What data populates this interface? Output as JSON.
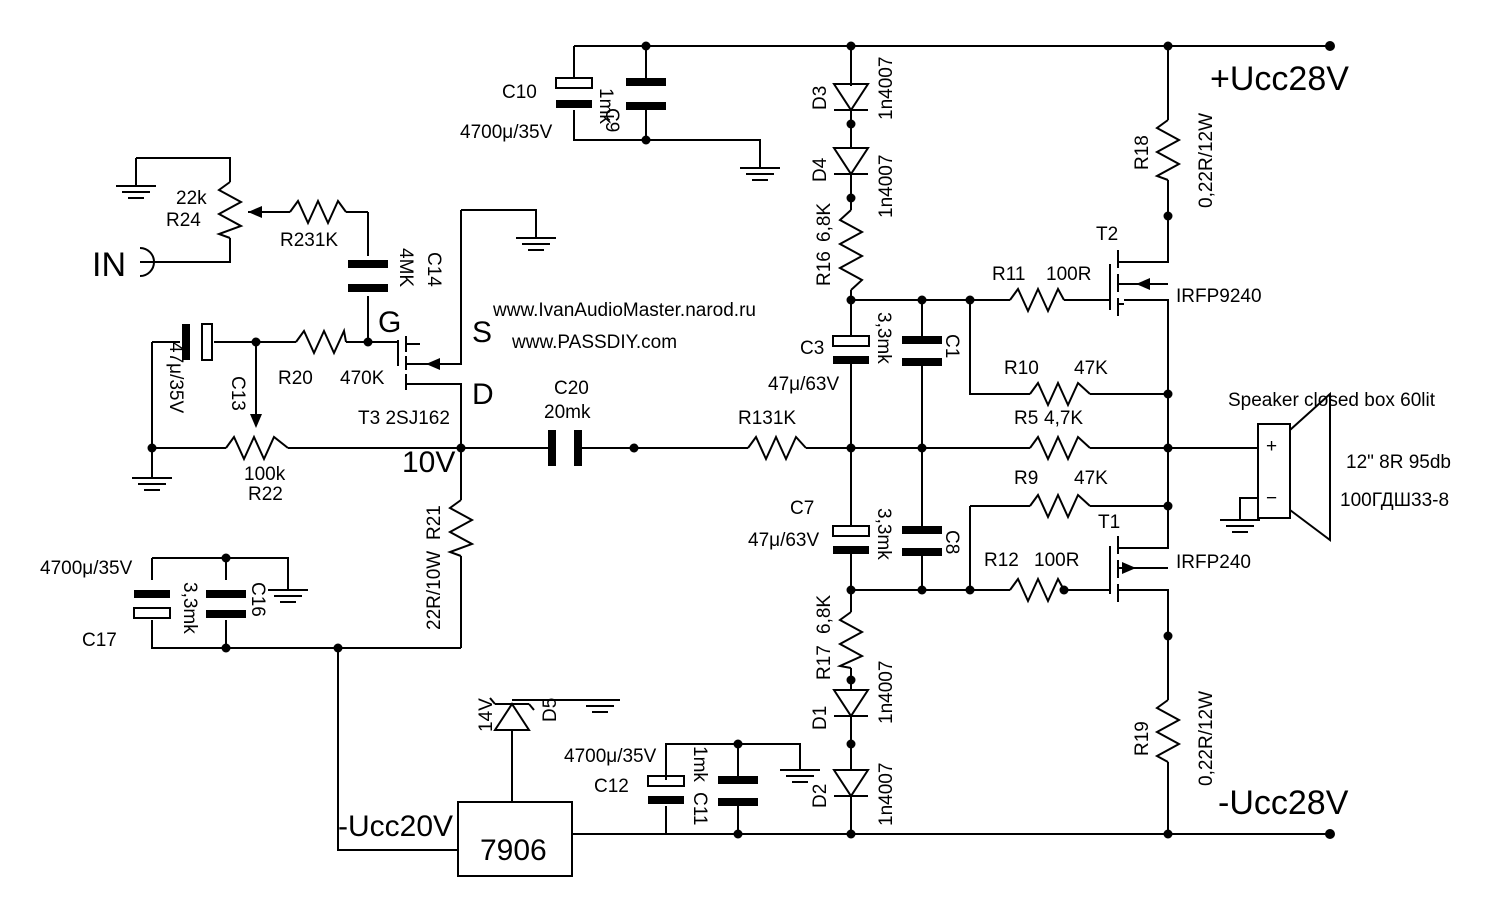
{
  "website1": "www.IvanAudioMaster.narod.ru",
  "website2": "www.PASSDIY.com",
  "rails": {
    "pos": "+Ucc28V",
    "neg": "-Ucc28V",
    "aux": "-Ucc20V",
    "node10v": "10V"
  },
  "input_label": "IN",
  "regulator": "7906",
  "speaker": {
    "title": "Speaker closed box 60lit",
    "spec1": "12\" 8R 95db",
    "spec2": "100ГДШ33-8",
    "plus": "+",
    "minus": "−"
  },
  "components": {
    "c10": {
      "ref": "C10",
      "val": "4700μ/35V"
    },
    "c9": {
      "ref": "C9",
      "val": "1mk"
    },
    "d3": {
      "ref": "D3",
      "val": "1n4007"
    },
    "d4": {
      "ref": "D4",
      "val": "1n4007"
    },
    "r16": {
      "ref": "R16",
      "val": "6,8K"
    },
    "r18": {
      "ref": "R18",
      "val": "0,22R/12W"
    },
    "t2": {
      "ref": "T2",
      "val": "IRFP9240"
    },
    "r11": {
      "ref": "R11",
      "val": "100R"
    },
    "c3": {
      "ref": "C3",
      "val": "47μ/63V"
    },
    "c1": {
      "ref": "C1",
      "val": "3,3mk"
    },
    "r10": {
      "ref": "R10",
      "val": "47K"
    },
    "r5": {
      "ref": "R5",
      "val": "4,7K"
    },
    "r13": {
      "ref": "R131K"
    },
    "c20": {
      "ref": "C20",
      "val": "20mk"
    },
    "r9": {
      "ref": "R9",
      "val": "47K"
    },
    "t1": {
      "ref": "T1",
      "val": "IRFP240"
    },
    "r12": {
      "ref": "R12",
      "val": "100R"
    },
    "c7": {
      "ref": "C7",
      "val": "47μ/63V"
    },
    "c8": {
      "ref": "C8",
      "val": "3,3mk"
    },
    "r17": {
      "ref": "R17",
      "val": "6,8K"
    },
    "d1": {
      "ref": "D1",
      "val": "1n4007"
    },
    "d2": {
      "ref": "D2",
      "val": "1n4007"
    },
    "r19": {
      "ref": "R19",
      "val": "0,22R/12W"
    },
    "c12": {
      "ref": "C12",
      "val": "4700μ/35V"
    },
    "c11": {
      "ref": "C11",
      "val": "1mk"
    },
    "d5": {
      "ref": "D5",
      "val": "14V"
    },
    "r24": {
      "ref": "R24",
      "val": "22k"
    },
    "r23": {
      "ref": "R231K"
    },
    "c14": {
      "ref": "C14",
      "val": "4MK"
    },
    "c13": {
      "ref": "C13",
      "val": "47μ/35V"
    },
    "r20": {
      "ref": "R20",
      "val": "470K"
    },
    "r22": {
      "ref": "R22",
      "val": "100k"
    },
    "t3": {
      "ref": "T3 2SJ162",
      "g": "G",
      "s": "S",
      "d": "D"
    },
    "r21": {
      "ref": "R21",
      "val": "22R/10W"
    },
    "c17": {
      "ref": "C17",
      "val": "4700μ/35V"
    },
    "c16": {
      "ref": "C16",
      "val": "3,3mk"
    }
  }
}
